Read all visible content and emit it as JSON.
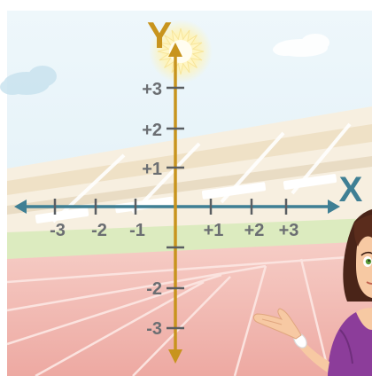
{
  "axes": {
    "y_label": "Y",
    "x_label": "X",
    "x_ticks": [
      "-3",
      "-2",
      "-1",
      "+1",
      "+2",
      "+3"
    ],
    "y_ticks": [
      "+3",
      "+2",
      "+1",
      "-2",
      "-3"
    ]
  },
  "colors": {
    "x_axis": "#3f7f94",
    "y_axis": "#c8941e",
    "tick_label": "#6b6e72",
    "sky": "#e3f1f7",
    "track": "#f0b7b2",
    "grass": "#d8e8b8",
    "stands": "#f6eede"
  },
  "illustration": {
    "background": "athletics-stadium",
    "sun": "sun-icon",
    "character": "woman-presenter"
  }
}
